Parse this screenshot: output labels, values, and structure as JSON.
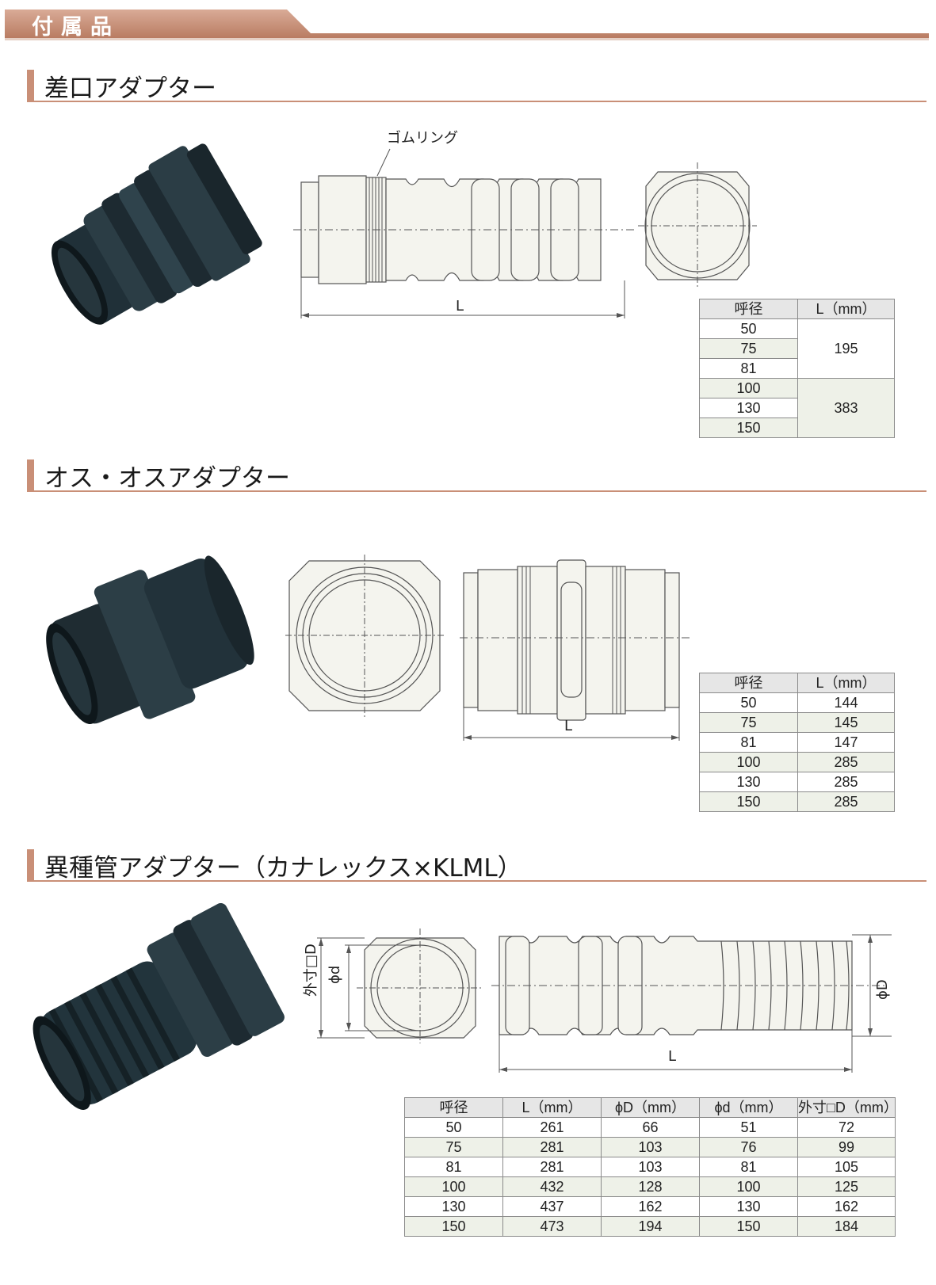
{
  "page": {
    "banner_title": "付属品"
  },
  "sections": [
    {
      "title": "差口アダプター",
      "drawing_labels": {
        "ring": "ゴムリング",
        "length": "L"
      },
      "table": {
        "headers": [
          "呼径",
          "L（mm）"
        ],
        "rows": [
          {
            "size": "50"
          },
          {
            "size": "75"
          },
          {
            "size": "81"
          },
          {
            "size": "100"
          },
          {
            "size": "130"
          },
          {
            "size": "150"
          }
        ],
        "merged_values": [
          "195",
          "383"
        ]
      }
    },
    {
      "title": "オス・オスアダプター",
      "drawing_labels": {
        "length": "L"
      },
      "table": {
        "headers": [
          "呼径",
          "L（mm）"
        ],
        "rows": [
          {
            "size": "50",
            "l": "144"
          },
          {
            "size": "75",
            "l": "145"
          },
          {
            "size": "81",
            "l": "147"
          },
          {
            "size": "100",
            "l": "285"
          },
          {
            "size": "130",
            "l": "285"
          },
          {
            "size": "150",
            "l": "285"
          }
        ]
      }
    },
    {
      "title": "異種管アダプター（カナレックス×KLML）",
      "drawing_labels": {
        "outer": "外寸□D",
        "inner": "ϕd",
        "length": "L",
        "diameter": "ϕD"
      },
      "table": {
        "headers": [
          "呼径",
          "L（mm）",
          "ϕD（mm）",
          "ϕd（mm）",
          "外寸□D（mm）"
        ],
        "rows": [
          [
            "50",
            "261",
            "66",
            "51",
            "72"
          ],
          [
            "75",
            "281",
            "103",
            "76",
            "99"
          ],
          [
            "81",
            "281",
            "103",
            "81",
            "105"
          ],
          [
            "100",
            "432",
            "128",
            "100",
            "125"
          ],
          [
            "130",
            "437",
            "162",
            "130",
            "162"
          ],
          [
            "150",
            "473",
            "194",
            "150",
            "184"
          ]
        ]
      }
    }
  ]
}
